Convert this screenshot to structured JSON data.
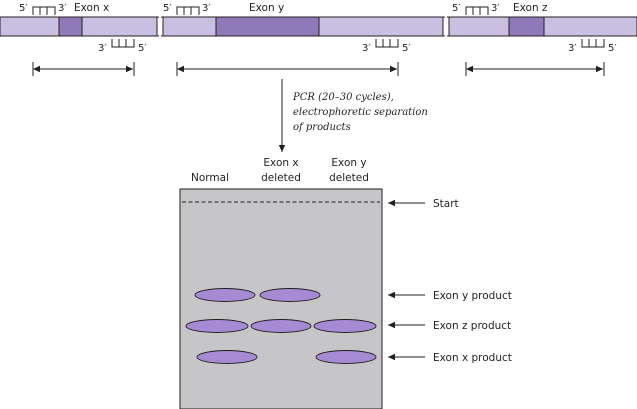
{
  "exons": {
    "x": "Exon x",
    "y": "Exon y",
    "z": "Exon z"
  },
  "primer": {
    "five_prime": "5′",
    "three_prime": "3′"
  },
  "pcr_step": {
    "line1": "PCR (20–30 cycles),",
    "line2": "electrophoretic separation",
    "line3": "of products"
  },
  "lanes": {
    "normal": "Normal",
    "exon_x_deleted": [
      "Exon x",
      "deleted"
    ],
    "exon_y_deleted": [
      "Exon y",
      "deleted"
    ]
  },
  "gel_labels": {
    "start": "Start",
    "exon_y_product": "Exon y product",
    "exon_z_product": "Exon z product",
    "exon_x_product": "Exon x product"
  },
  "colors": {
    "dna_strand": "#c9bfe0",
    "exon_block": "#8f79b8",
    "band": "#a68ad4",
    "gel": "#c6c6c8",
    "stroke": "#231f20"
  }
}
